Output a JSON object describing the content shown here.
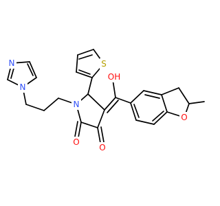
{
  "atoms": {
    "oh": "OH",
    "ketone_o1": "O",
    "ketone_o2": "O",
    "ring_n": "N",
    "imidazole_n1": "N",
    "imidazole_n3": "N",
    "thiophene_s": "S",
    "furan_o": "O"
  },
  "colors": {
    "bond": "#000000",
    "oxygen": "#ff0d0d",
    "nitrogen": "#3050f8",
    "sulfur": "#b5a000",
    "background": "#ffffff"
  }
}
